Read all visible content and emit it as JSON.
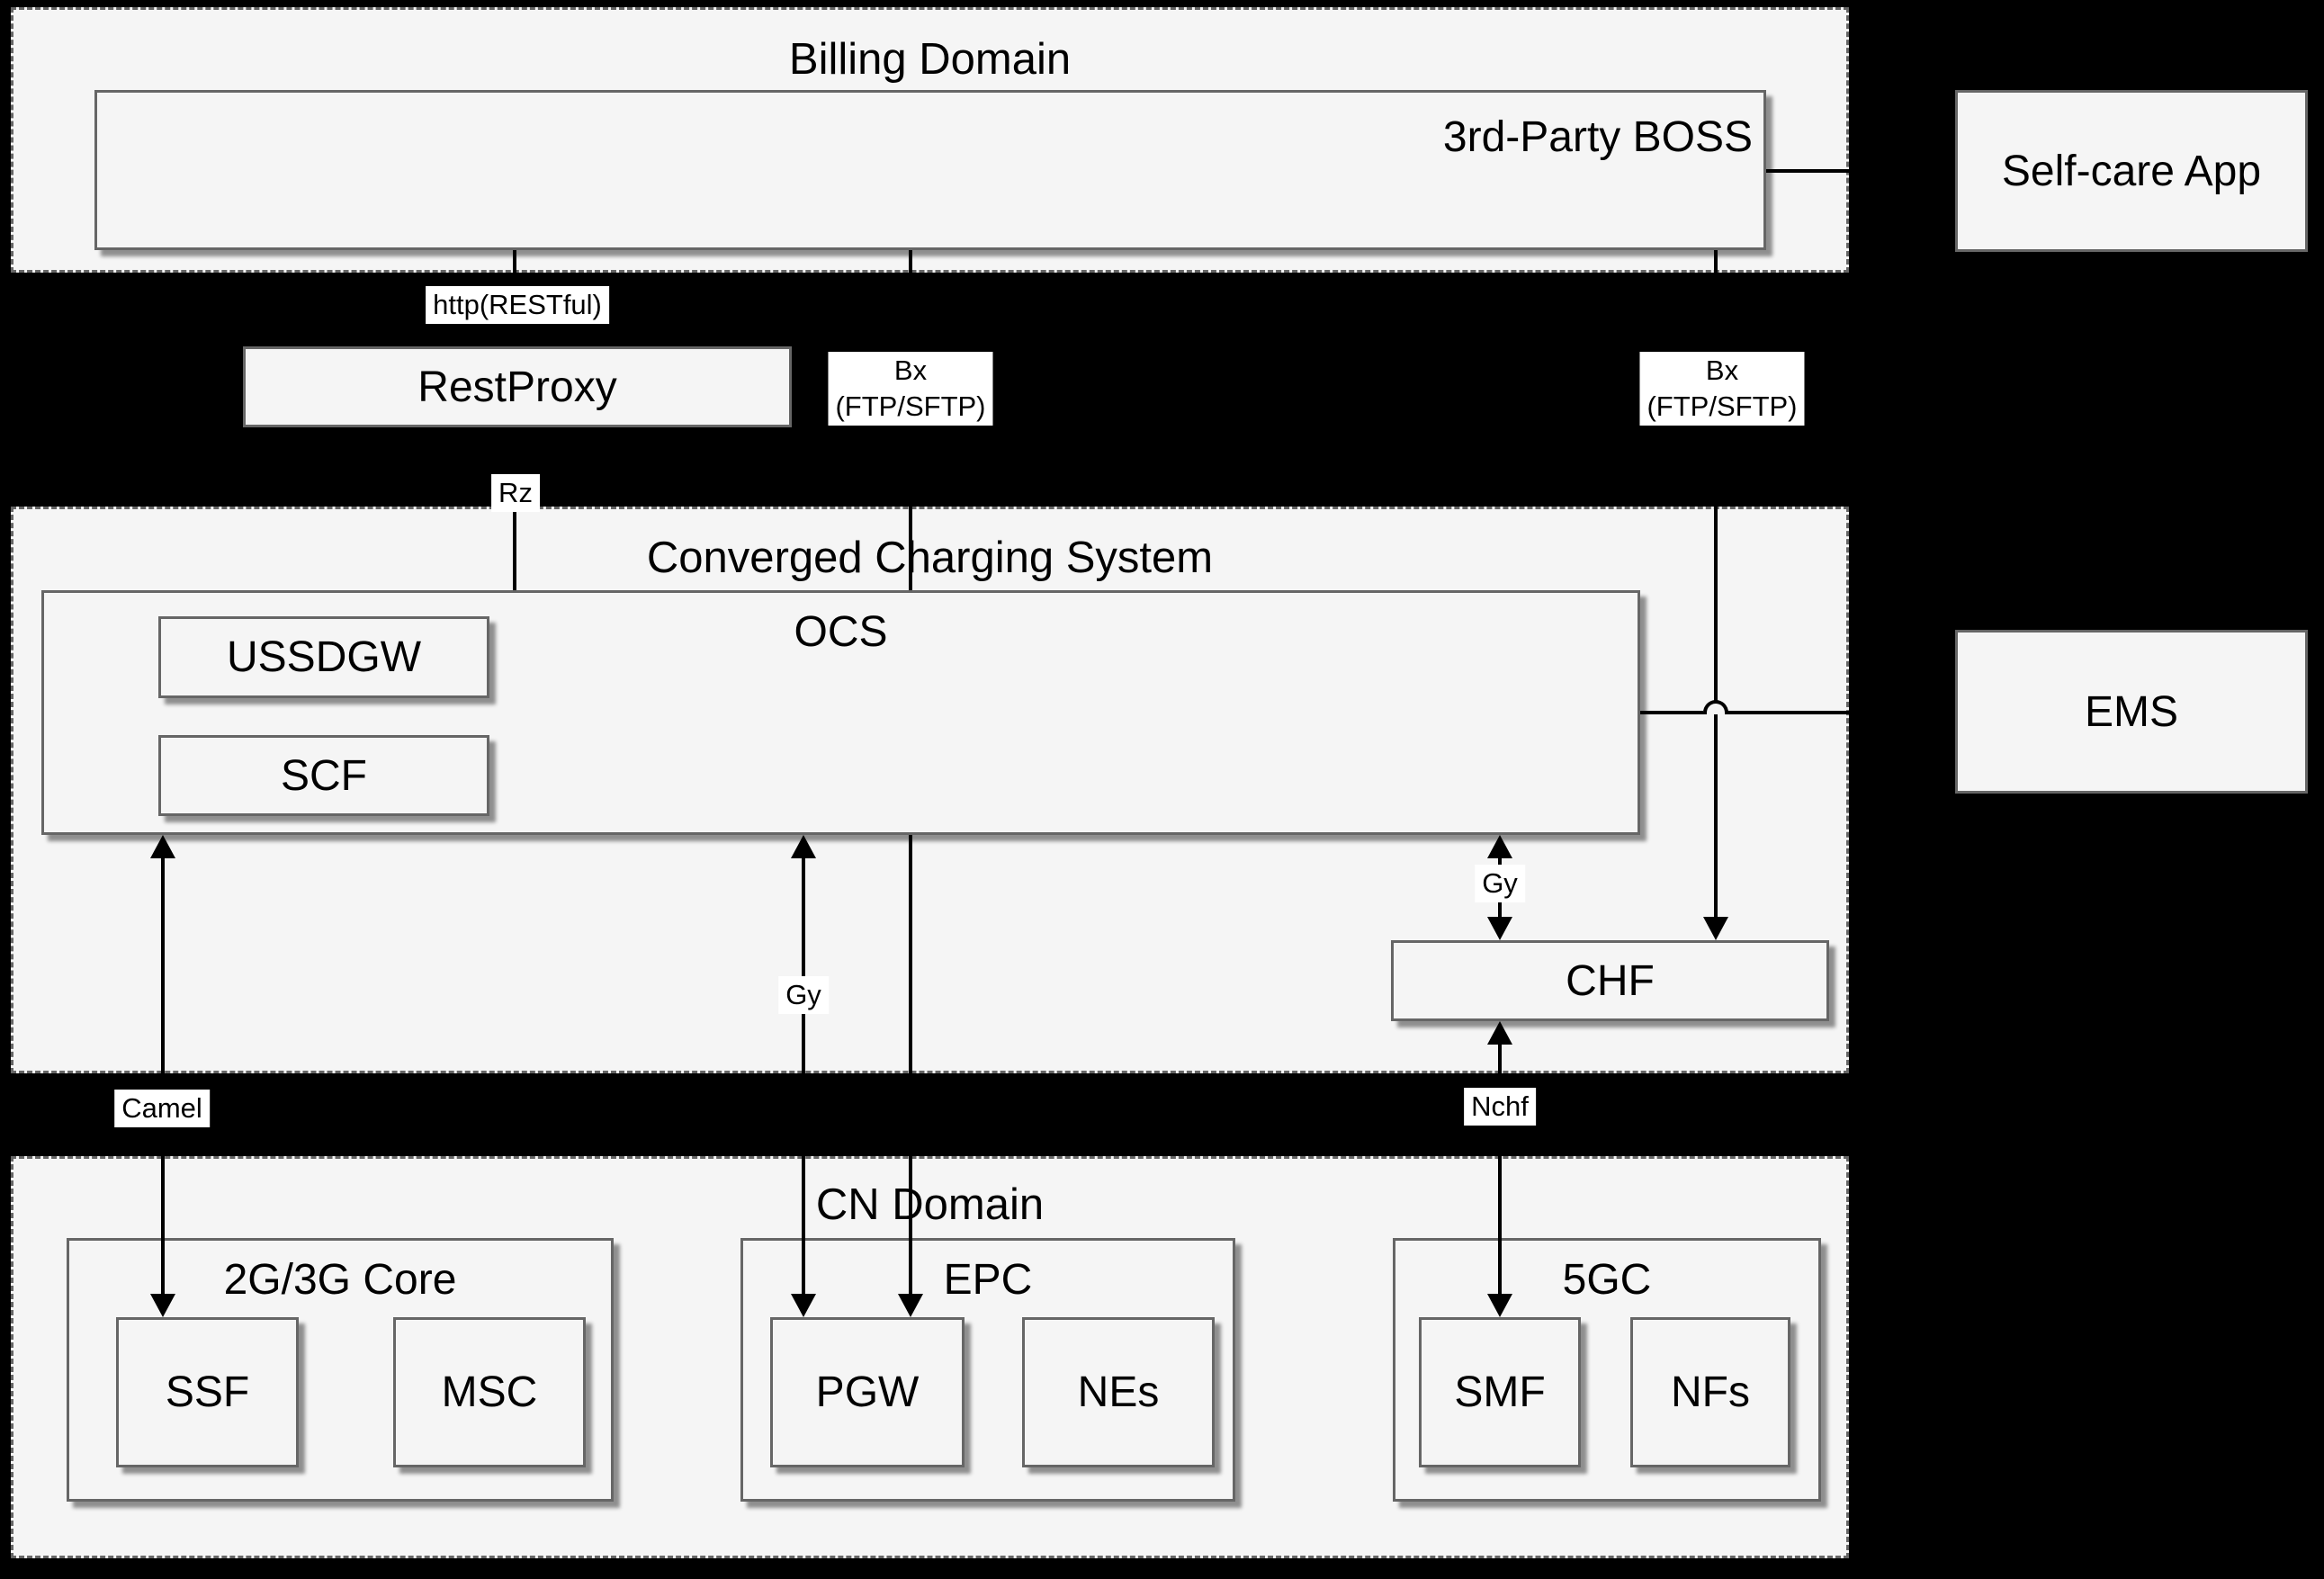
{
  "colors": {
    "background": "#000000",
    "container_fill": "#f5f5f5",
    "container_border": "#666666",
    "connector": "#000000",
    "edge_label_bg": "#ffffff",
    "text": "#000000"
  },
  "domains": {
    "billing": {
      "title": "Billing Domain"
    },
    "ccs": {
      "title": "Converged Charging System"
    },
    "cn": {
      "title": "CN Domain"
    }
  },
  "nodes": {
    "boss": {
      "label": "3rd-Party BOSS"
    },
    "selfcare": {
      "label": "Self-care App"
    },
    "restproxy": {
      "label": "RestProxy"
    },
    "ocs": {
      "label": "OCS"
    },
    "ussdgw": {
      "label": "USSDGW"
    },
    "scf": {
      "label": "SCF"
    },
    "chf": {
      "label": "CHF"
    },
    "ems": {
      "label": "EMS"
    },
    "core2g3g": {
      "label": "2G/3G Core"
    },
    "ssf": {
      "label": "SSF"
    },
    "msc": {
      "label": "MSC"
    },
    "epc": {
      "label": "EPC"
    },
    "pgw": {
      "label": "PGW"
    },
    "nes": {
      "label": "NEs"
    },
    "fivegc": {
      "label": "5GC"
    },
    "smf": {
      "label": "SMF"
    },
    "nfs": {
      "label": "NFs"
    }
  },
  "edge_labels": {
    "http_restful": "http(RESTful)",
    "bx_left": {
      "line1": "Bx",
      "line2": "(FTP/SFTP)"
    },
    "bx_right": {
      "line1": "Bx",
      "line2": "(FTP/SFTP)"
    },
    "rz": "Rz",
    "gy_ocs_chf": "Gy",
    "gy_ocs_pgw": "Gy",
    "camel": "Camel",
    "nchf": "Nchf"
  }
}
